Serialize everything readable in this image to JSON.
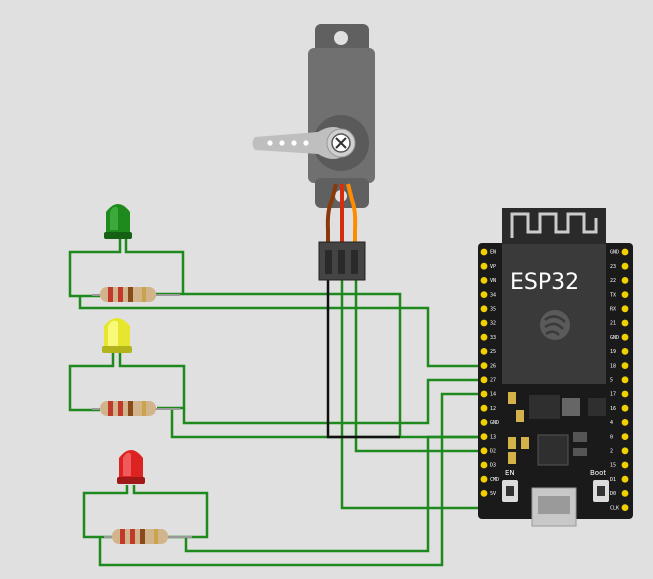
{
  "board": {
    "label": "ESP32",
    "btn_en_label": "EN",
    "btn_boot_label": "Boot",
    "left_pins": [
      "EN",
      "VP",
      "VN",
      "34",
      "35",
      "32",
      "33",
      "25",
      "26",
      "27",
      "14",
      "12",
      "GND",
      "13",
      "D2",
      "D3",
      "CMD",
      "5V"
    ],
    "right_pins": [
      "GND",
      "23",
      "22",
      "TX",
      "RX",
      "21",
      "GND",
      "19",
      "18",
      "5",
      "17",
      "16",
      "4",
      "0",
      "2",
      "15",
      "D1",
      "D0",
      "CLK"
    ]
  },
  "components": {
    "leds": [
      {
        "color_name": "green",
        "color": "#1e8a1e"
      },
      {
        "color_name": "yellow",
        "color": "#e6e62e"
      },
      {
        "color_name": "red",
        "color": "#dd2222"
      }
    ],
    "resistor_colors": [
      "#c0392b",
      "#c0392b",
      "#8a4b1c"
    ],
    "wire_color": "#1e8a1e",
    "servo_wire_colors": [
      "#ff8c00",
      "#d62d0e",
      "#8a3a0a"
    ]
  }
}
